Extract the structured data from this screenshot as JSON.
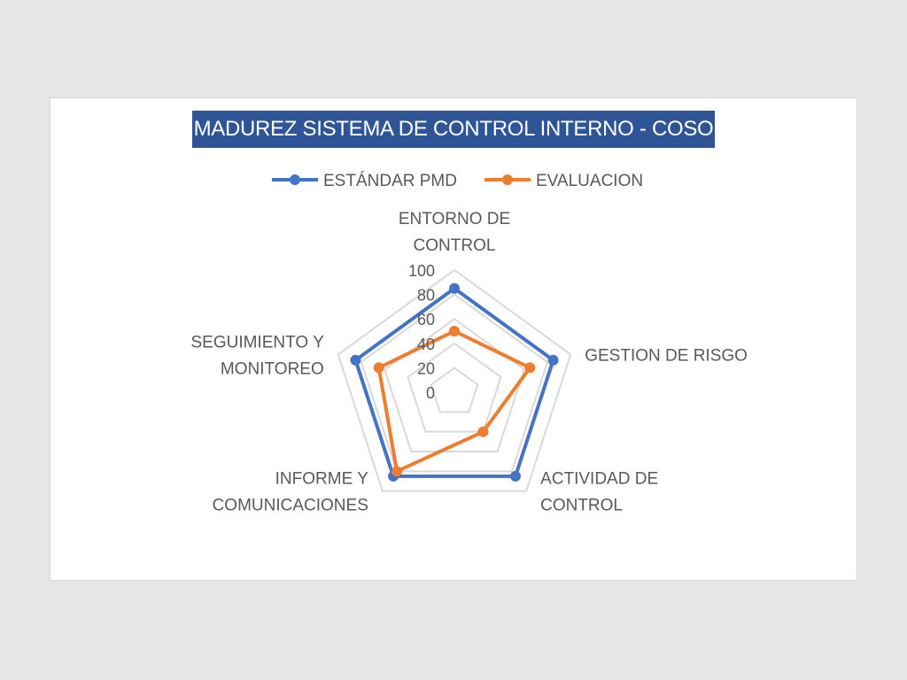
{
  "chart_data": {
    "type": "radar",
    "title": "MADUREZ SISTEMA DE CONTROL INTERNO - COSO",
    "categories": [
      [
        "ENTORNO DE",
        "CONTROL"
      ],
      [
        "GESTION DE RISGO"
      ],
      [
        "ACTIVIDAD DE",
        "CONTROL"
      ],
      [
        "INFORME Y",
        "COMUNICACIONES"
      ],
      [
        "SEGUIMIENTO Y",
        "MONITOREO"
      ]
    ],
    "series": [
      {
        "name": "ESTÁNDAR PMD",
        "color": "#4472c4",
        "values": [
          85,
          85,
          85,
          85,
          85
        ]
      },
      {
        "name": "EVALUACION",
        "color": "#ed7d31",
        "values": [
          50,
          65,
          40,
          80,
          65
        ]
      }
    ],
    "radial_ticks": [
      "0",
      "20",
      "40",
      "60",
      "80",
      "100"
    ],
    "rlim": [
      0,
      100
    ],
    "grid": true,
    "legend_position": "top",
    "colors": {
      "title_bg": "#2f5597",
      "grid": "#d9d9d9",
      "label": "#595959"
    }
  }
}
